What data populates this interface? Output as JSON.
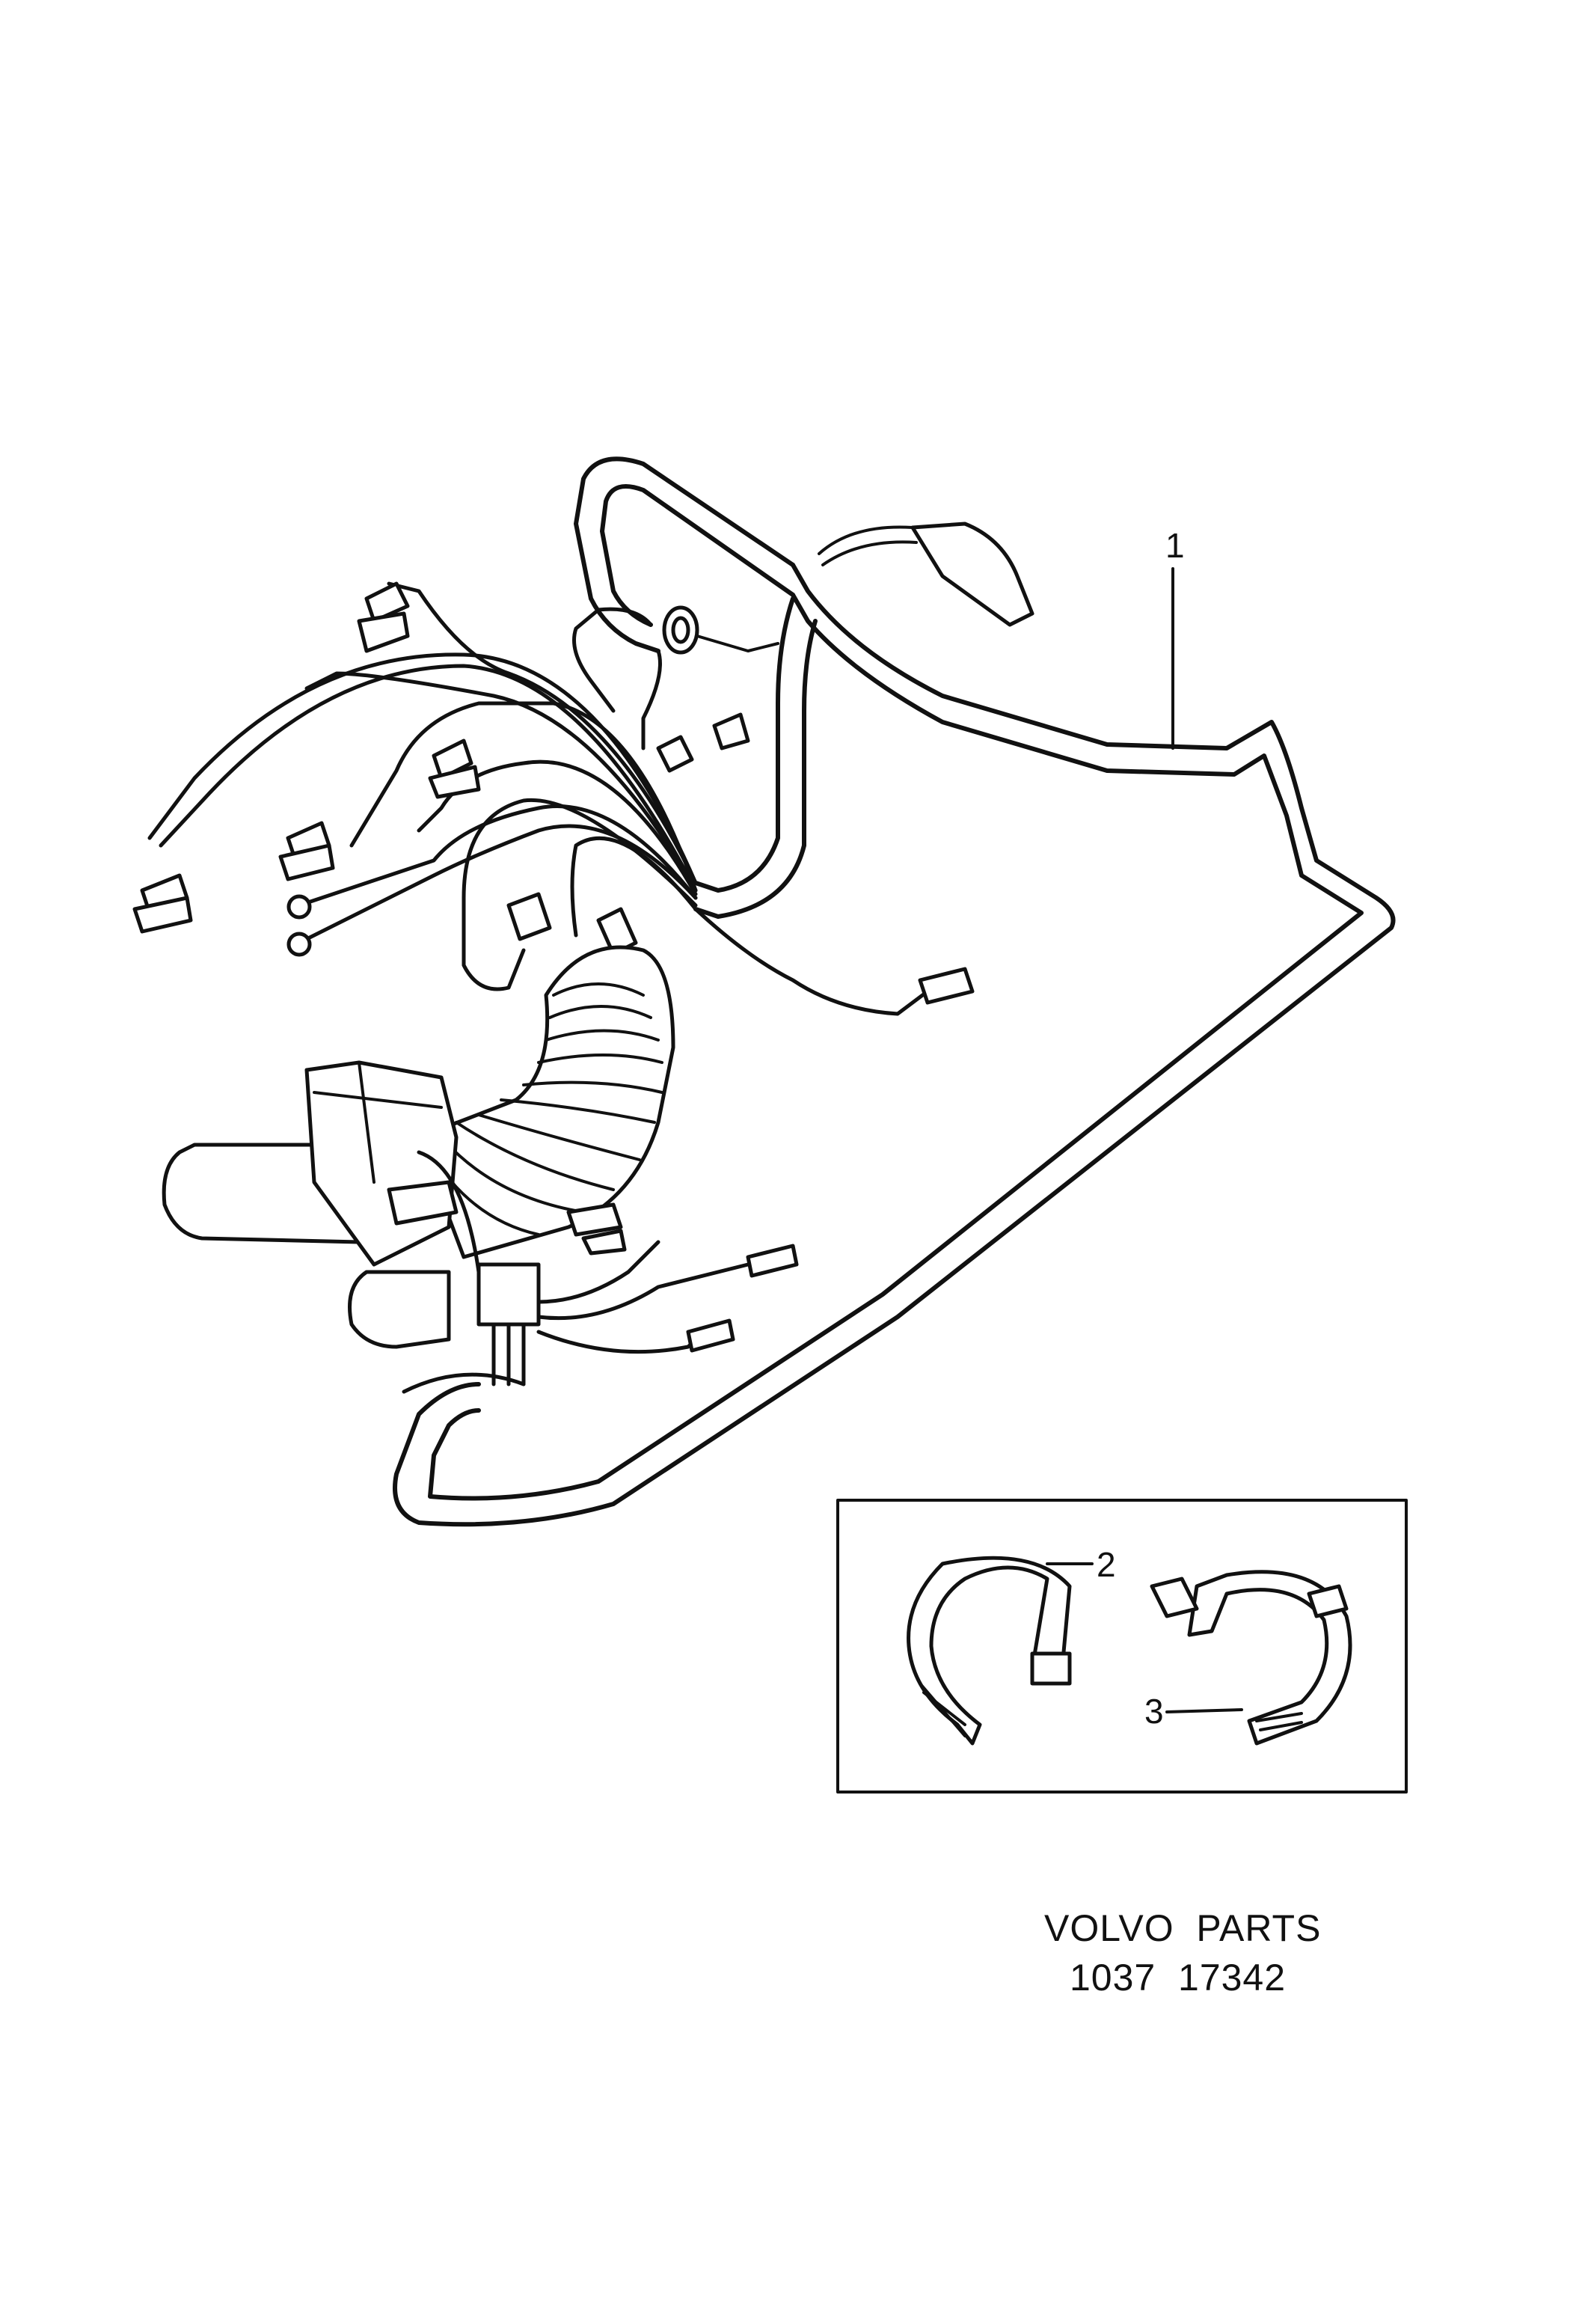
{
  "callouts": {
    "main_harness": "1",
    "clamp": "2",
    "clamp_band": "3"
  },
  "footer": {
    "brand": "VOLVO  PARTS",
    "drawing_number": "1037  17342"
  }
}
